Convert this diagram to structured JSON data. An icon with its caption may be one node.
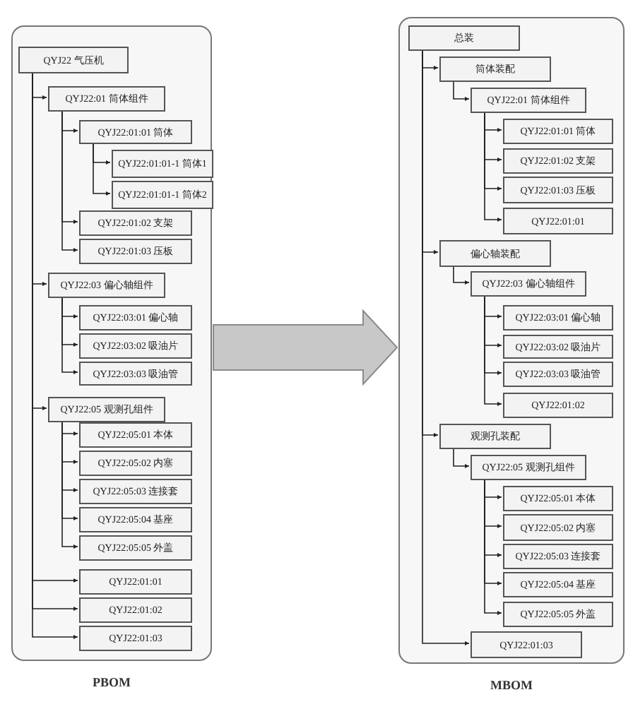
{
  "diagram": {
    "nodes": [
      {
        "text": [],
        "shape": "box",
        "beside": [
          "PBOM"
        ]
      },
      {
        "text": [
          "QYJ22 气压机"
        ],
        "in": 0
      },
      {
        "text": [
          "QYJ22:01 筒体组件"
        ],
        "in": 0
      },
      {
        "text": [
          "QYJ22:01:01 筒体"
        ],
        "in": 0
      },
      {
        "text": [
          "QYJ22:01:01-1 筒体1"
        ],
        "in": 0
      },
      {
        "text": [
          "QYJ22:01:01-1 筒体2"
        ],
        "in": 0
      },
      {
        "text": [
          "QYJ22:01:02 支架"
        ],
        "in": 0
      },
      {
        "text": [
          "QYJ22:01:03 压板"
        ],
        "in": 0
      },
      {
        "text": [
          "QYJ22:03 偏心轴组件"
        ],
        "in": 0
      },
      {
        "text": [
          "QYJ22:03:01 偏心轴"
        ],
        "in": 0
      },
      {
        "text": [
          "QYJ22:03:02 吸油片"
        ],
        "in": 0
      },
      {
        "text": [
          "QYJ22:03:03 吸油管"
        ],
        "in": 0
      },
      {
        "text": [
          "QYJ22:05 观测孔组件"
        ],
        "in": 0
      },
      {
        "text": [
          "QYJ22:05:01 本体"
        ],
        "in": 0
      },
      {
        "text": [
          "QYJ22:05:02 内塞"
        ],
        "in": 0
      },
      {
        "text": [
          "QYJ22:05:03 连接套"
        ],
        "in": 0
      },
      {
        "text": [
          "QYJ22:05:04 基座"
        ],
        "in": 0
      },
      {
        "text": [
          "QYJ22:05:05 外盖"
        ],
        "in": 0
      },
      {
        "text": [
          "QYJ22:01:01"
        ],
        "in": 0
      },
      {
        "text": [
          "QYJ22:01:02"
        ],
        "in": 0
      },
      {
        "text": [
          "QYJ22:01:03"
        ],
        "in": 0
      },
      {
        "text": [],
        "shape": "box",
        "beside": [
          "MBOM"
        ]
      },
      {
        "text": [
          "总装"
        ],
        "in": 21
      },
      {
        "text": [
          "筒体装配"
        ],
        "in": 21
      },
      {
        "text": [
          "QYJ22:01 筒体组件"
        ],
        "in": 21
      },
      {
        "text": [
          "QYJ22:01:01 筒体"
        ],
        "in": 21
      },
      {
        "text": [
          "QYJ22:01:02 支架"
        ],
        "in": 21
      },
      {
        "text": [
          "QYJ22:01:03 压板"
        ],
        "in": 21
      },
      {
        "text": [
          "QYJ22:01:01"
        ],
        "in": 21
      },
      {
        "text": [
          "偏心轴装配"
        ],
        "in": 21
      },
      {
        "text": [
          "QYJ22:03 偏心轴组件"
        ],
        "in": 21
      },
      {
        "text": [
          "QYJ22:03:01 偏心轴"
        ],
        "in": 21
      },
      {
        "text": [
          "QYJ22:03:02 吸油片"
        ],
        "in": 21
      },
      {
        "text": [
          "QYJ22:03:03 吸油管"
        ],
        "in": 21
      },
      {
        "text": [
          "QYJ22:01:02"
        ],
        "in": 21
      },
      {
        "text": [
          "观测孔装配"
        ],
        "in": 21
      },
      {
        "text": [
          "QYJ22:05 观测孔组件"
        ],
        "in": 21
      },
      {
        "text": [
          "QYJ22:05:01 本体"
        ],
        "in": 21
      },
      {
        "text": [
          "QYJ22:05:02 内塞"
        ],
        "in": 21
      },
      {
        "text": [
          "QYJ22:05:03 连接套"
        ],
        "in": 21
      },
      {
        "text": [
          "QYJ22:05:04 基座"
        ],
        "in": 21
      },
      {
        "text": [
          "QYJ22:05:05 外盖"
        ],
        "in": 21
      },
      {
        "text": [
          "QYJ22:01:03"
        ],
        "in": 21
      }
    ],
    "edges": [
      {
        "from": 1,
        "to": 2,
        "arrow": "to"
      },
      {
        "from": 2,
        "to": 3,
        "arrow": "to"
      },
      {
        "from": 3,
        "to": 4,
        "arrow": "to"
      },
      {
        "from": 3,
        "to": 5,
        "arrow": "to"
      },
      {
        "from": 2,
        "to": 6,
        "arrow": "to"
      },
      {
        "from": 2,
        "to": 7,
        "arrow": "to"
      },
      {
        "from": 1,
        "to": 8,
        "arrow": "to"
      },
      {
        "from": 8,
        "to": 9,
        "arrow": "to"
      },
      {
        "from": 8,
        "to": 10,
        "arrow": "to"
      },
      {
        "from": 8,
        "to": 11,
        "arrow": "to"
      },
      {
        "from": 1,
        "to": 12,
        "arrow": "to"
      },
      {
        "from": 12,
        "to": 13,
        "arrow": "to"
      },
      {
        "from": 12,
        "to": 14,
        "arrow": "to"
      },
      {
        "from": 12,
        "to": 15,
        "arrow": "to"
      },
      {
        "from": 12,
        "to": 16,
        "arrow": "to"
      },
      {
        "from": 12,
        "to": 17,
        "arrow": "to"
      },
      {
        "from": 1,
        "to": 18,
        "arrow": "to"
      },
      {
        "from": 1,
        "to": 19,
        "arrow": "to"
      },
      {
        "from": 1,
        "to": 20,
        "arrow": "to"
      },
      {
        "from": 0,
        "to": 21,
        "arrow": "to",
        "style": "thick",
        "color": "#c8c8c8"
      },
      {
        "from": 22,
        "to": 23,
        "arrow": "to"
      },
      {
        "from": 23,
        "to": 24,
        "arrow": "to"
      },
      {
        "from": 24,
        "to": 25,
        "arrow": "to"
      },
      {
        "from": 24,
        "to": 26,
        "arrow": "to"
      },
      {
        "from": 24,
        "to": 27,
        "arrow": "to"
      },
      {
        "from": 24,
        "to": 28,
        "arrow": "to"
      },
      {
        "from": 22,
        "to": 29,
        "arrow": "to"
      },
      {
        "from": 29,
        "to": 30,
        "arrow": "to"
      },
      {
        "from": 30,
        "to": 31,
        "arrow": "to"
      },
      {
        "from": 30,
        "to": 32,
        "arrow": "to"
      },
      {
        "from": 30,
        "to": 33,
        "arrow": "to"
      },
      {
        "from": 30,
        "to": 34,
        "arrow": "to"
      },
      {
        "from": 22,
        "to": 35,
        "arrow": "to"
      },
      {
        "from": 35,
        "to": 36,
        "arrow": "to"
      },
      {
        "from": 36,
        "to": 37,
        "arrow": "to"
      },
      {
        "from": 36,
        "to": 38,
        "arrow": "to"
      },
      {
        "from": 36,
        "to": 39,
        "arrow": "to"
      },
      {
        "from": 36,
        "to": 40,
        "arrow": "to"
      },
      {
        "from": 36,
        "to": 41,
        "arrow": "to"
      },
      {
        "from": 22,
        "to": 42,
        "arrow": "to"
      }
    ]
  }
}
